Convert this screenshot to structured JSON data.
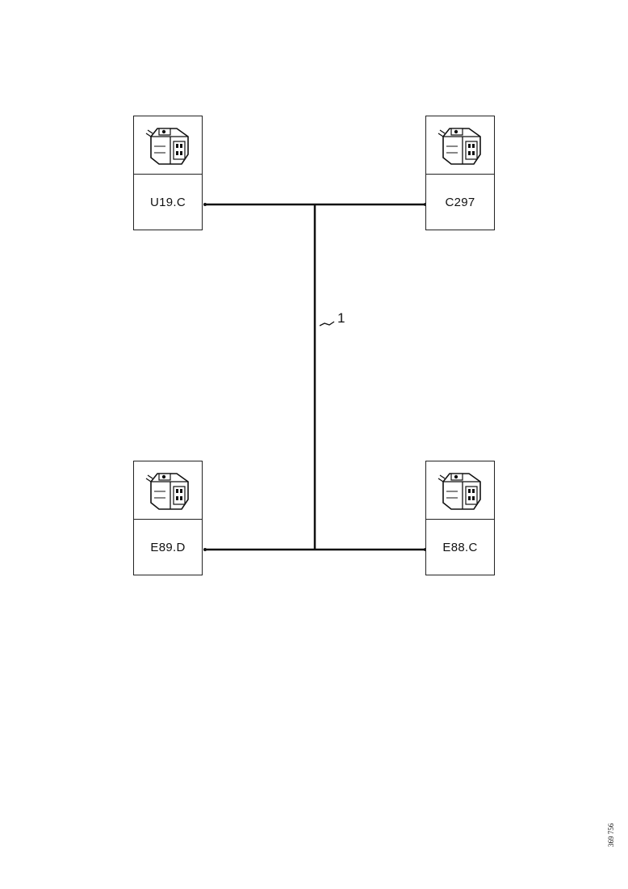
{
  "connectors": {
    "top_left": {
      "label": "U19.C",
      "icon": "connector-plug-icon"
    },
    "top_right": {
      "label": "C297",
      "icon": "connector-plug-icon"
    },
    "bottom_left": {
      "label": "E89.D",
      "icon": "connector-plug-icon"
    },
    "bottom_right": {
      "label": "E88.C",
      "icon": "connector-plug-icon"
    }
  },
  "wire_callout": "1",
  "figure_id": "369 756"
}
